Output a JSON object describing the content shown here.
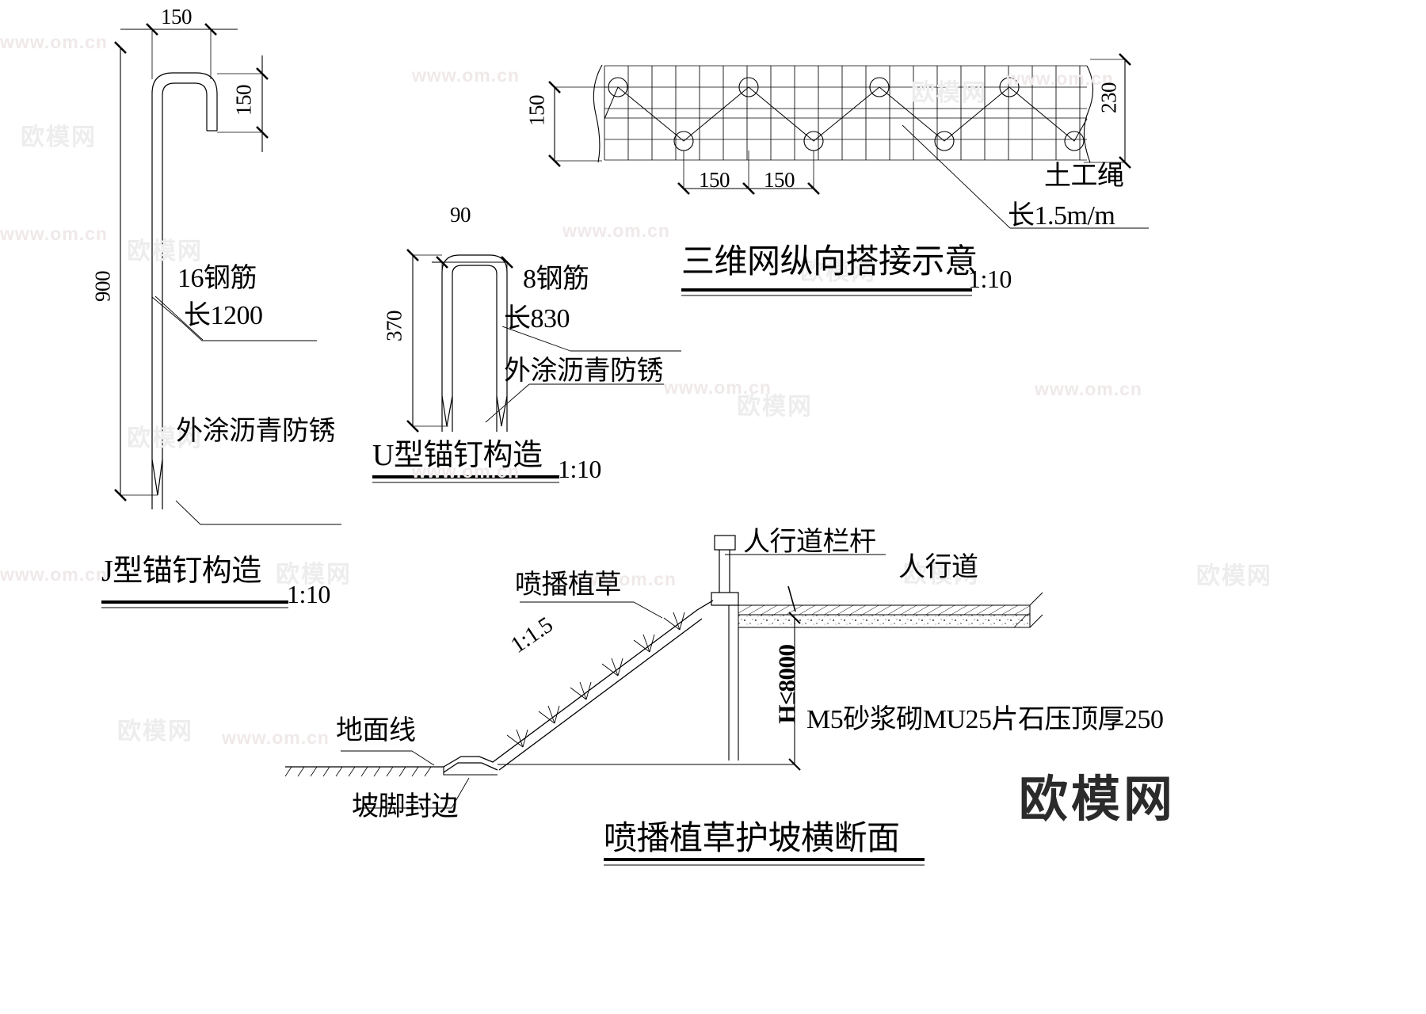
{
  "drawing": {
    "kind": "engineering-cad-sheet",
    "background": "#ffffff",
    "line_color": "#000000"
  },
  "details": {
    "j_anchor": {
      "title": "J型锚钉构造",
      "scale": "1:10",
      "dims": {
        "top_width": "150",
        "hook_height": "150",
        "total_length": "900"
      },
      "notes": {
        "bar": "16钢筋",
        "length": "长1200",
        "coating": "外涂沥青防锈"
      }
    },
    "u_anchor": {
      "title": "U型锚钉构造",
      "scale": "1:10",
      "dims": {
        "width": "90",
        "height": "370"
      },
      "notes": {
        "bar": "8钢筋",
        "length": "长830",
        "coating": "外涂沥青防锈"
      }
    },
    "mesh_lap": {
      "title": "三维网纵向搭接示意",
      "scale": "1:10",
      "dims": {
        "left_height": "150",
        "right_height": "230",
        "pitch_1": "150",
        "pitch_2": "150"
      },
      "notes": {
        "rope": "土工绳",
        "rope_length": "长1.5m/m"
      }
    },
    "slope_section": {
      "title": "喷播植草护坡横断面",
      "notes": {
        "handrail": "人行道栏杆",
        "sidewalk": "人行道",
        "grass": "喷播植草",
        "slope_ratio": "1:1.5",
        "height": "H≤8000",
        "capping": "M5砂浆砌MU25片石压顶厚250",
        "ground_line": "地面线",
        "toe_edging": "坡脚封边"
      }
    }
  },
  "watermarks": {
    "cn": "欧模网",
    "url": "www.om.cn",
    "logo": "欧模网"
  }
}
